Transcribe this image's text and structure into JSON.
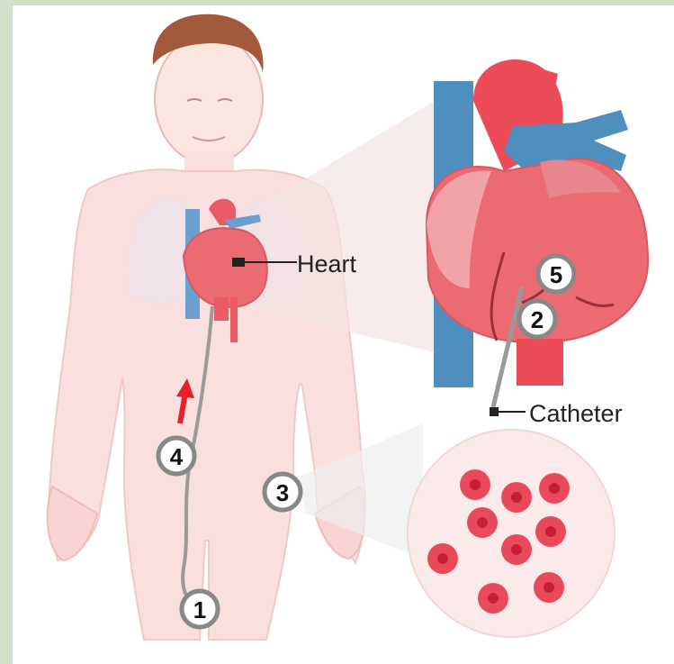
{
  "labels": {
    "heart": "Heart",
    "catheter": "Catheter"
  },
  "markers": [
    "1",
    "2",
    "3",
    "4",
    "5"
  ],
  "colors": {
    "background": "#d3e0c8",
    "panel": "#ffffff",
    "body_skin": "#f9dfdd",
    "heart_red": "#ec5a65",
    "vessel_blue": "#4f8fbf",
    "blood_cell": "#e84a5c",
    "arrow": "#e8202a",
    "catheter": "#9a9a9a"
  }
}
